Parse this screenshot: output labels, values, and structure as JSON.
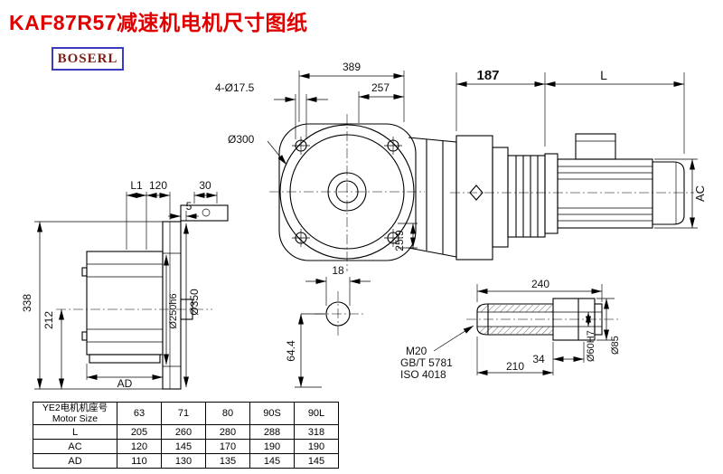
{
  "title": "KAF87R57减速机电机尺寸图纸",
  "logo": "BOSERL",
  "colors": {
    "title": "#e00000",
    "logo_text": "#7b1b15",
    "logo_border": "#3b3bbf"
  },
  "dims": {
    "front_width": "389",
    "front_257": "257",
    "front_holes": "4-Ø17.5",
    "front_d300": "Ø300",
    "front_25_9": "25.9",
    "front_18": "18",
    "front_64_4": "64.4",
    "motor_187": "187",
    "motor_L": "L",
    "motor_AC": "AC",
    "side_L1": "L1",
    "side_120": "120",
    "side_30": "30",
    "side_5": "5",
    "side_338": "338",
    "side_212": "212",
    "side_d250": "Ø250h6",
    "side_d350": "Ø350",
    "side_AD": "AD",
    "shaft_240": "240",
    "shaft_M20": "M20",
    "shaft_gbt": "GB/T 5781",
    "shaft_iso": "ISO 4018",
    "shaft_34": "34",
    "shaft_210": "210",
    "shaft_d60": "Ø60H7",
    "shaft_d85": "Ø85"
  },
  "table": {
    "header_line1": "YE2电机机座号",
    "header_line2": "Motor Size",
    "columns": [
      "63",
      "71",
      "80",
      "90S",
      "90L"
    ],
    "rows": [
      {
        "label": "L",
        "values": [
          "205",
          "260",
          "280",
          "288",
          "318"
        ]
      },
      {
        "label": "AC",
        "values": [
          "120",
          "145",
          "170",
          "190",
          "190"
        ]
      },
      {
        "label": "AD",
        "values": [
          "110",
          "130",
          "135",
          "145",
          "145"
        ]
      }
    ]
  }
}
